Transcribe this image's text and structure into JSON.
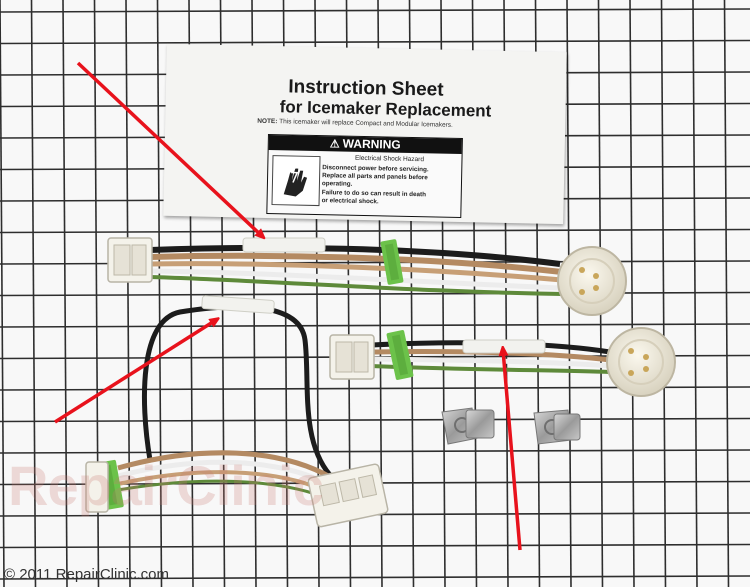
{
  "instruction_sheet": {
    "title_line1": "Instruction Sheet",
    "title_line2": "for Icemaker Replacement",
    "note_label": "NOTE:",
    "note_text": "This icemaker will replace Compact and Modular Icemakers.",
    "warning": {
      "heading": "WARNING",
      "hazard": "Electrical Shock Hazard",
      "lines": [
        "Disconnect power before servicing.",
        "Replace all parts and panels before",
        "operating.",
        "Failure to do so can result in death",
        "or electrical shock."
      ]
    }
  },
  "watermark": "RepairClinic",
  "copyright": "© 2011 RepairClinic.com",
  "colors": {
    "grid_line": "#333333",
    "grid_background": "#f8f8f8",
    "arrow": "#e8121c",
    "wire_black": "#1c1c1c",
    "wire_brown": "#b48a62",
    "wire_white": "#ececec",
    "wire_green": "#5e8a3a",
    "connector": "#f4f2ea",
    "label_tag": "#6cc24a"
  }
}
